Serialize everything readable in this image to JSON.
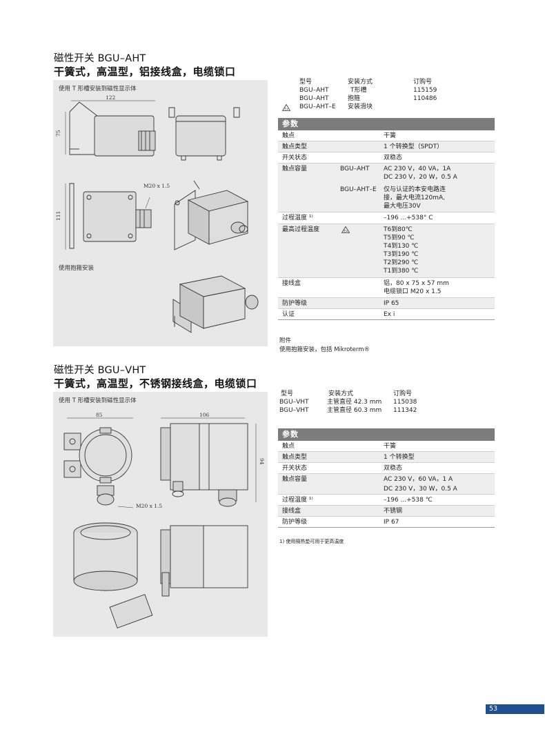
{
  "section1": {
    "title": "磁性开关 BGU–AHT",
    "subtitle": "干簧式，高温型，铝接线盒，电缆锁口",
    "figure": {
      "caption_top": "使用 T 形槽安装到磁性显示体",
      "caption_bottom": "使用抱箍安装",
      "dim_width": "122",
      "dim_height": "75",
      "dim_height2": "111",
      "gland": "M20 x 1.5"
    },
    "order_table": {
      "headers": [
        "型号",
        "安装方式",
        "订购号"
      ],
      "rows": [
        [
          "BGU–AHT",
          "T形槽",
          "115159"
        ],
        [
          "BGU–AHT",
          "抱箍",
          "110486"
        ],
        [
          "BGU–AHT–E",
          "安装滑块",
          ""
        ]
      ]
    },
    "params_header": "参数",
    "params": [
      {
        "label": "触点",
        "sub": "",
        "values": [
          "干簧"
        ]
      },
      {
        "label": "触点类型",
        "sub": "",
        "values": [
          "1 个转换型（SPDT）"
        ]
      },
      {
        "label": "开关状态",
        "sub": "",
        "values": [
          "双稳态"
        ]
      },
      {
        "label": "触点容量",
        "sub": "BGU–AHT",
        "values": [
          "AC 230 V，40 VA，1A",
          "DC 230 V，20 W，0.5 A"
        ]
      },
      {
        "label": "",
        "sub": "BGU–AHT–E",
        "values": [
          "仅与认证的本安电路连",
          "接，最大电流120mA,",
          "最大电压30V"
        ]
      },
      {
        "label": "过程温度 ¹⁾",
        "sub": "",
        "values": [
          "–196 ...+538° C"
        ]
      },
      {
        "label": "最高过程温度",
        "sub": "",
        "values": [
          "T6到80℃",
          "T5到90 ℃",
          "T4到130 ℃",
          "T3到190 ℃",
          "T2到290 ℃",
          "T1到380 ℃"
        ]
      },
      {
        "label": "接线盒",
        "sub": "",
        "values": [
          "铝，80 x 75 x 57 mm",
          "电缆锁口 M20 x 1.5"
        ]
      },
      {
        "label": "防护等级",
        "sub": "",
        "values": [
          "IP 65"
        ]
      },
      {
        "label": "认证",
        "sub": "",
        "values": [
          "Ex i"
        ]
      }
    ],
    "accessory_title": "附件",
    "accessory_text": "使用抱箍安装，包括 Mikroterm®"
  },
  "section2": {
    "title": "磁性开关 BGU–VHT",
    "subtitle": "干簧式，高温型，不锈钢接线盒，电缆锁口",
    "figure": {
      "caption_top": "使用 T 形槽安装到磁性显示体",
      "dim_width": "85",
      "dim_width2": "106",
      "dim_height": "94",
      "gland": "M20 x 1.5"
    },
    "order_table": {
      "headers": [
        "型号",
        "安装方式",
        "订购号"
      ],
      "rows": [
        [
          "BGU–VHT",
          "主管直径 42.3 mm",
          "115038"
        ],
        [
          "BGU–VHT",
          "主管直径 60.3 mm",
          "111342"
        ]
      ]
    },
    "params_header": "参数",
    "params": [
      {
        "label": "触点",
        "values": [
          "干簧"
        ]
      },
      {
        "label": "触点类型",
        "values": [
          "1 个转换型"
        ]
      },
      {
        "label": "开关状态",
        "values": [
          "双稳态"
        ]
      },
      {
        "label": "触点容量",
        "values": [
          "AC 230 V，60 VA，1 A",
          "DC 230 V，30 W，0.5 A"
        ]
      },
      {
        "label": "过程温度 ¹⁾",
        "values": [
          "–196 ...+538 ℃"
        ]
      },
      {
        "label": "接线盒",
        "values": [
          "不锈钢"
        ]
      },
      {
        "label": "防护等级",
        "values": [
          "IP 67"
        ]
      }
    ],
    "footnote": "1) 使用隔热垫可用于更高温度"
  },
  "page_number": "53"
}
